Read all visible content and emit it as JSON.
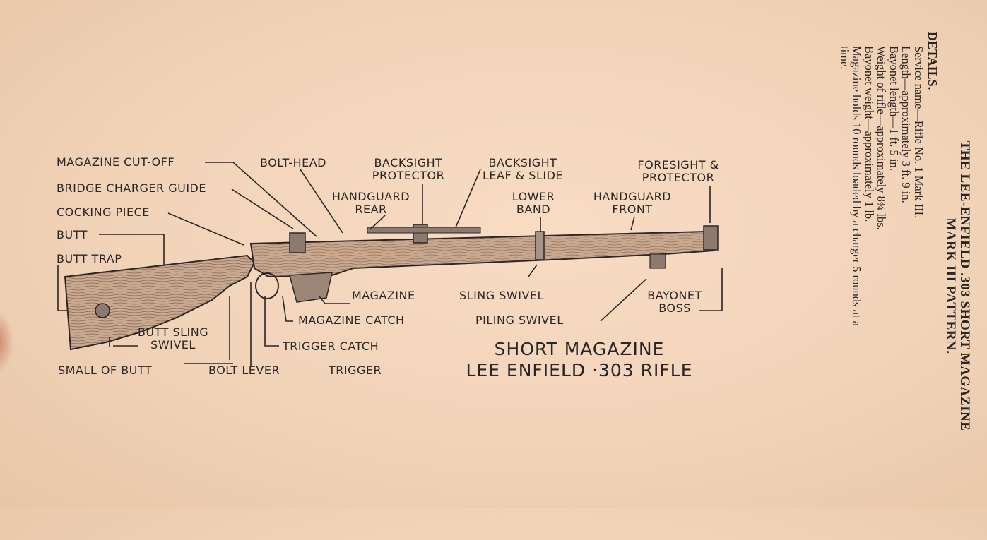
{
  "details": {
    "heading_line1": "THE LEE-ENFIELD .303 SHORT MAGAZINE",
    "heading_line2": "MARK III PATTERN.",
    "subheading": "DETAILS.",
    "lines": [
      "Service name—Rifle No. 1 Mark III.",
      "Length—approximately 3 ft. 9 in.",
      "Bayonet length—1 ft. 5 in.",
      "Weight of rifle—approximately 8¾ lbs.",
      "Bayonet weight—approximately 1 lb.",
      "Magazine holds 10 rounds loaded by a charger 5 rounds at a",
      "time."
    ]
  },
  "diagram": {
    "title_line1": "SHORT MAGAZINE",
    "title_line2": "LEE ENFIELD ·303 RIFLE",
    "labels": {
      "magazine_cutoff": "MAGAZINE CUT-OFF",
      "bridge_charger_guide": "BRIDGE CHARGER GUIDE",
      "cocking_piece": "COCKING PIECE",
      "butt": "BUTT",
      "butt_trap": "BUTT TRAP",
      "bolt_head": "BOLT-HEAD",
      "backsight_protector_1": "BACKSIGHT",
      "backsight_protector_2": "PROTECTOR",
      "backsight_leaf_1": "BACKSIGHT",
      "backsight_leaf_2": "LEAF & SLIDE",
      "handguard_rear_1": "HANDGUARD",
      "handguard_rear_2": "REAR",
      "lower_band_1": "LOWER",
      "lower_band_2": "BAND",
      "handguard_front_1": "HANDGUARD",
      "handguard_front_2": "FRONT",
      "foresight_1": "FORESIGHT &",
      "foresight_2": "PROTECTOR",
      "magazine": "MAGAZINE",
      "sling_swivel": "SLING SWIVEL",
      "bayonet_boss_1": "BAYONET",
      "bayonet_boss_2": "BOSS",
      "magazine_catch": "MAGAZINE CATCH",
      "piling_swivel": "PILING SWIVEL",
      "butt_sling_1": "BUTT SLING",
      "butt_sling_2": "SWIVEL",
      "trigger_catch": "TRIGGER CATCH",
      "small_of_butt": "SMALL OF BUTT",
      "bolt_lever": "BOLT LEVER",
      "trigger": "TRIGGER"
    }
  }
}
